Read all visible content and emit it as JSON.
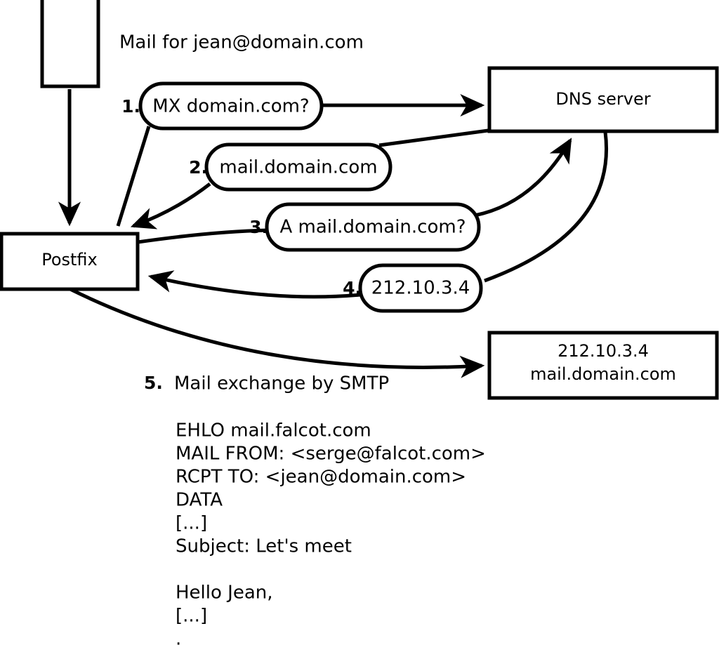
{
  "diagram": {
    "title_note": "Mail for jean@domain.com",
    "nodes": {
      "mail_client": {
        "label": ""
      },
      "postfix": {
        "label": "Postfix"
      },
      "dns_server": {
        "label": "DNS server"
      },
      "mail_server": {
        "line1": "212.10.3.4",
        "line2": "mail.domain.com"
      }
    },
    "steps": [
      {
        "num": "1.",
        "label": "MX domain.com?"
      },
      {
        "num": "2.",
        "label": "mail.domain.com"
      },
      {
        "num": "3.",
        "label": "A mail.domain.com?"
      },
      {
        "num": "4.",
        "label": "212.10.3.4"
      }
    ],
    "step5": {
      "num": "5.",
      "label": "Mail exchange by SMTP"
    },
    "transcript": [
      "EHLO mail.falcot.com",
      "MAIL FROM: <serge@falcot.com>",
      "RCPT TO: <jean@domain.com>",
      "DATA",
      "[...]",
      "Subject: Let's meet",
      "",
      "Hello Jean,",
      "[...]",
      "."
    ],
    "colors": {
      "stroke": "#000000",
      "fill": "#ffffff",
      "text": "#000000"
    }
  }
}
